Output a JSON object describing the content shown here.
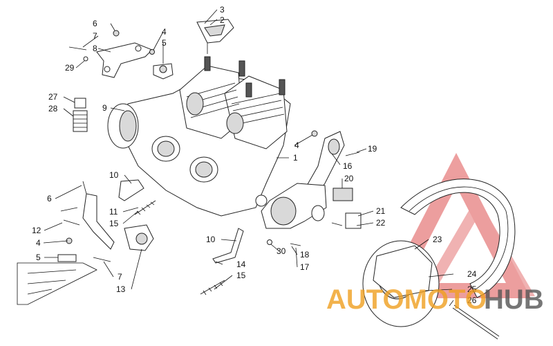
{
  "diagram": {
    "callouts": {
      "c1": "1",
      "c2": "2",
      "c3": "3",
      "c4a": "4",
      "c4b": "4",
      "c4c": "4",
      "c5a": "5",
      "c5b": "5",
      "c6a": "6",
      "c6b": "6",
      "c7a": "7",
      "c7b": "7",
      "c8": "8",
      "c9": "9",
      "c10a": "10",
      "c10b": "10",
      "c11": "11",
      "c12": "12",
      "c13": "13",
      "c14": "14",
      "c15a": "15",
      "c15b": "15",
      "c16": "16",
      "c17": "17",
      "c18": "18",
      "c19": "19",
      "c20": "20",
      "c21": "21",
      "c22": "22",
      "c23": "23",
      "c24": "24",
      "c25": "25",
      "c26": "26",
      "c27": "27",
      "c28": "28",
      "c29": "29",
      "c30": "30"
    }
  },
  "watermark": {
    "text_left": "AUTOMOTO",
    "text_right": "HUB",
    "color_red": "#d62a2a",
    "color_orange": "#f0a020",
    "color_dark": "#555555"
  }
}
